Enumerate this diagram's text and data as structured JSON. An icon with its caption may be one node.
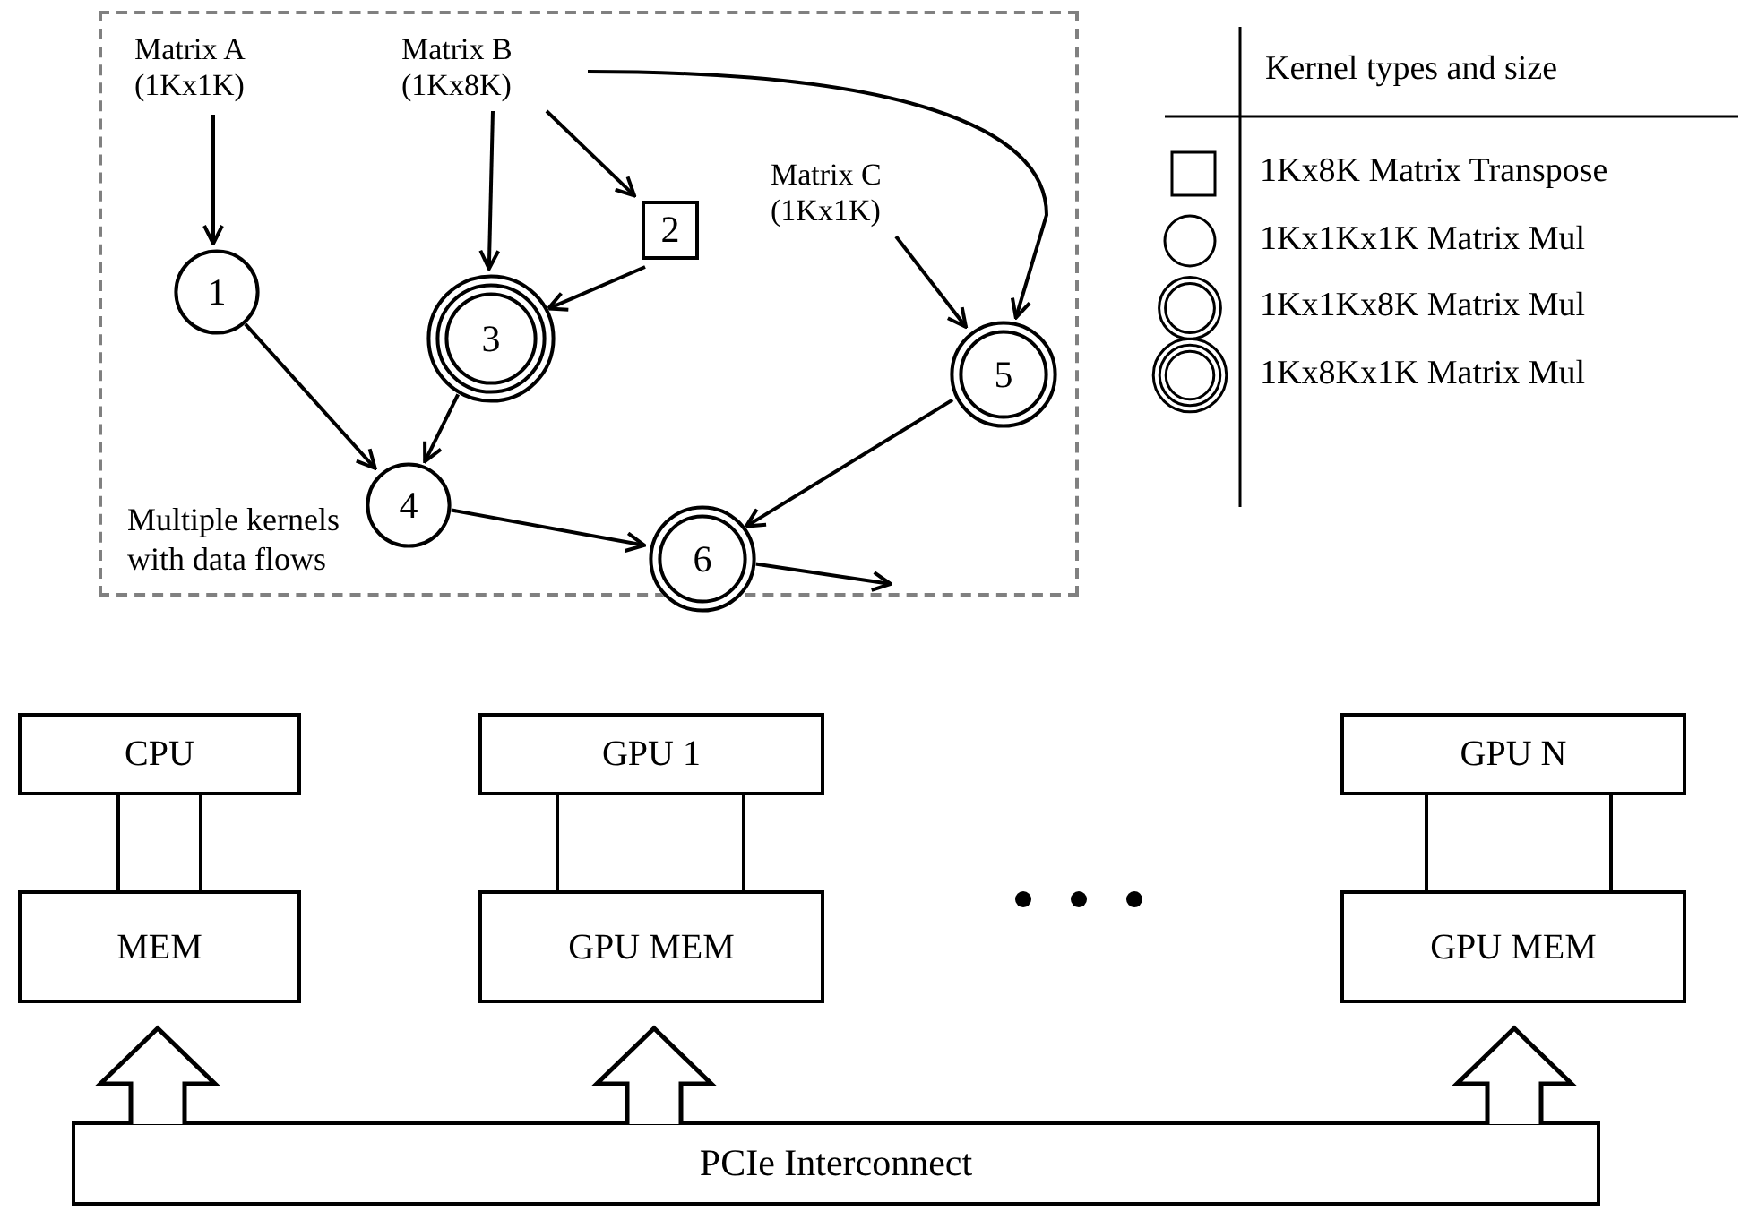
{
  "diagram": {
    "nodes": [
      {
        "text": [
          "Multiple kernels with data flows"
        ]
      },
      {
        "text": [
          "Matrix A (1Kx1K)"
        ],
        "in": 0
      },
      {
        "text": [
          "Matrix B (1Kx8K)"
        ],
        "in": 0
      },
      {
        "text": [
          "2"
        ],
        "in": 0
      },
      {
        "text": [
          "Matrix C (1Kx1K)"
        ],
        "in": 0
      },
      {
        "text": [
          "1"
        ],
        "in": 0
      },
      {
        "text": [
          "3"
        ],
        "in": 0
      },
      {
        "text": [
          "5"
        ],
        "in": 0
      },
      {
        "text": [
          "4"
        ],
        "in": 0
      },
      {
        "text": [
          "6"
        ],
        "in": 0
      },
      {
        "text": [
          "CPU"
        ]
      },
      {
        "text": [
          "MEM"
        ]
      },
      {
        "text": [
          "GPU 1"
        ]
      },
      {
        "text": [
          "GPU MEM"
        ]
      },
      {
        "text": [
          "GPU N"
        ]
      },
      {
        "text": [
          "GPU MEM"
        ]
      },
      {
        "text": [
          "PCIe Interconnect"
        ]
      }
    ],
    "edges": [
      {
        "from": 1,
        "to": 5,
        "arrow": "to"
      },
      {
        "from": 2,
        "to": 6,
        "arrow": "to"
      },
      {
        "from": 2,
        "to": 3,
        "arrow": "to"
      },
      {
        "from": 2,
        "to": 7,
        "arrow": "to"
      },
      {
        "from": 3,
        "to": 6,
        "arrow": "to"
      },
      {
        "from": 4,
        "to": 7,
        "arrow": "to"
      },
      {
        "from": 5,
        "to": 8,
        "arrow": "to"
      },
      {
        "from": 6,
        "to": 8,
        "arrow": "to"
      },
      {
        "from": 7,
        "to": 9,
        "arrow": "to"
      },
      {
        "from": 8,
        "to": 9,
        "arrow": "to"
      },
      {
        "from": 9,
        "to": null,
        "arrow": "to"
      },
      {
        "from": 10,
        "to": 11,
        "arrow": "none"
      },
      {
        "from": 10,
        "to": 11,
        "arrow": "none"
      },
      {
        "from": 12,
        "to": 13,
        "arrow": "none"
      },
      {
        "from": 12,
        "to": 13,
        "arrow": "none"
      },
      {
        "from": 14,
        "to": 15,
        "arrow": "none"
      },
      {
        "from": 14,
        "to": 15,
        "arrow": "none"
      },
      {
        "from": 16,
        "to": 11,
        "arrow": "to",
        "style": "thick"
      },
      {
        "from": 16,
        "to": 13,
        "arrow": "to",
        "style": "thick"
      },
      {
        "from": 16,
        "to": 15,
        "arrow": "to",
        "style": "thick"
      }
    ],
    "labels": [
      "Kernel types and size"
    ],
    "legend": [
      {
        "text": "1Kx8K Matrix Transpose"
      },
      {
        "text": "1Kx1Kx1K Matrix Mul"
      },
      {
        "text": "1Kx1Kx8K Matrix Mul"
      },
      {
        "text": "1Kx8Kx1K Matrix Mul"
      }
    ]
  }
}
